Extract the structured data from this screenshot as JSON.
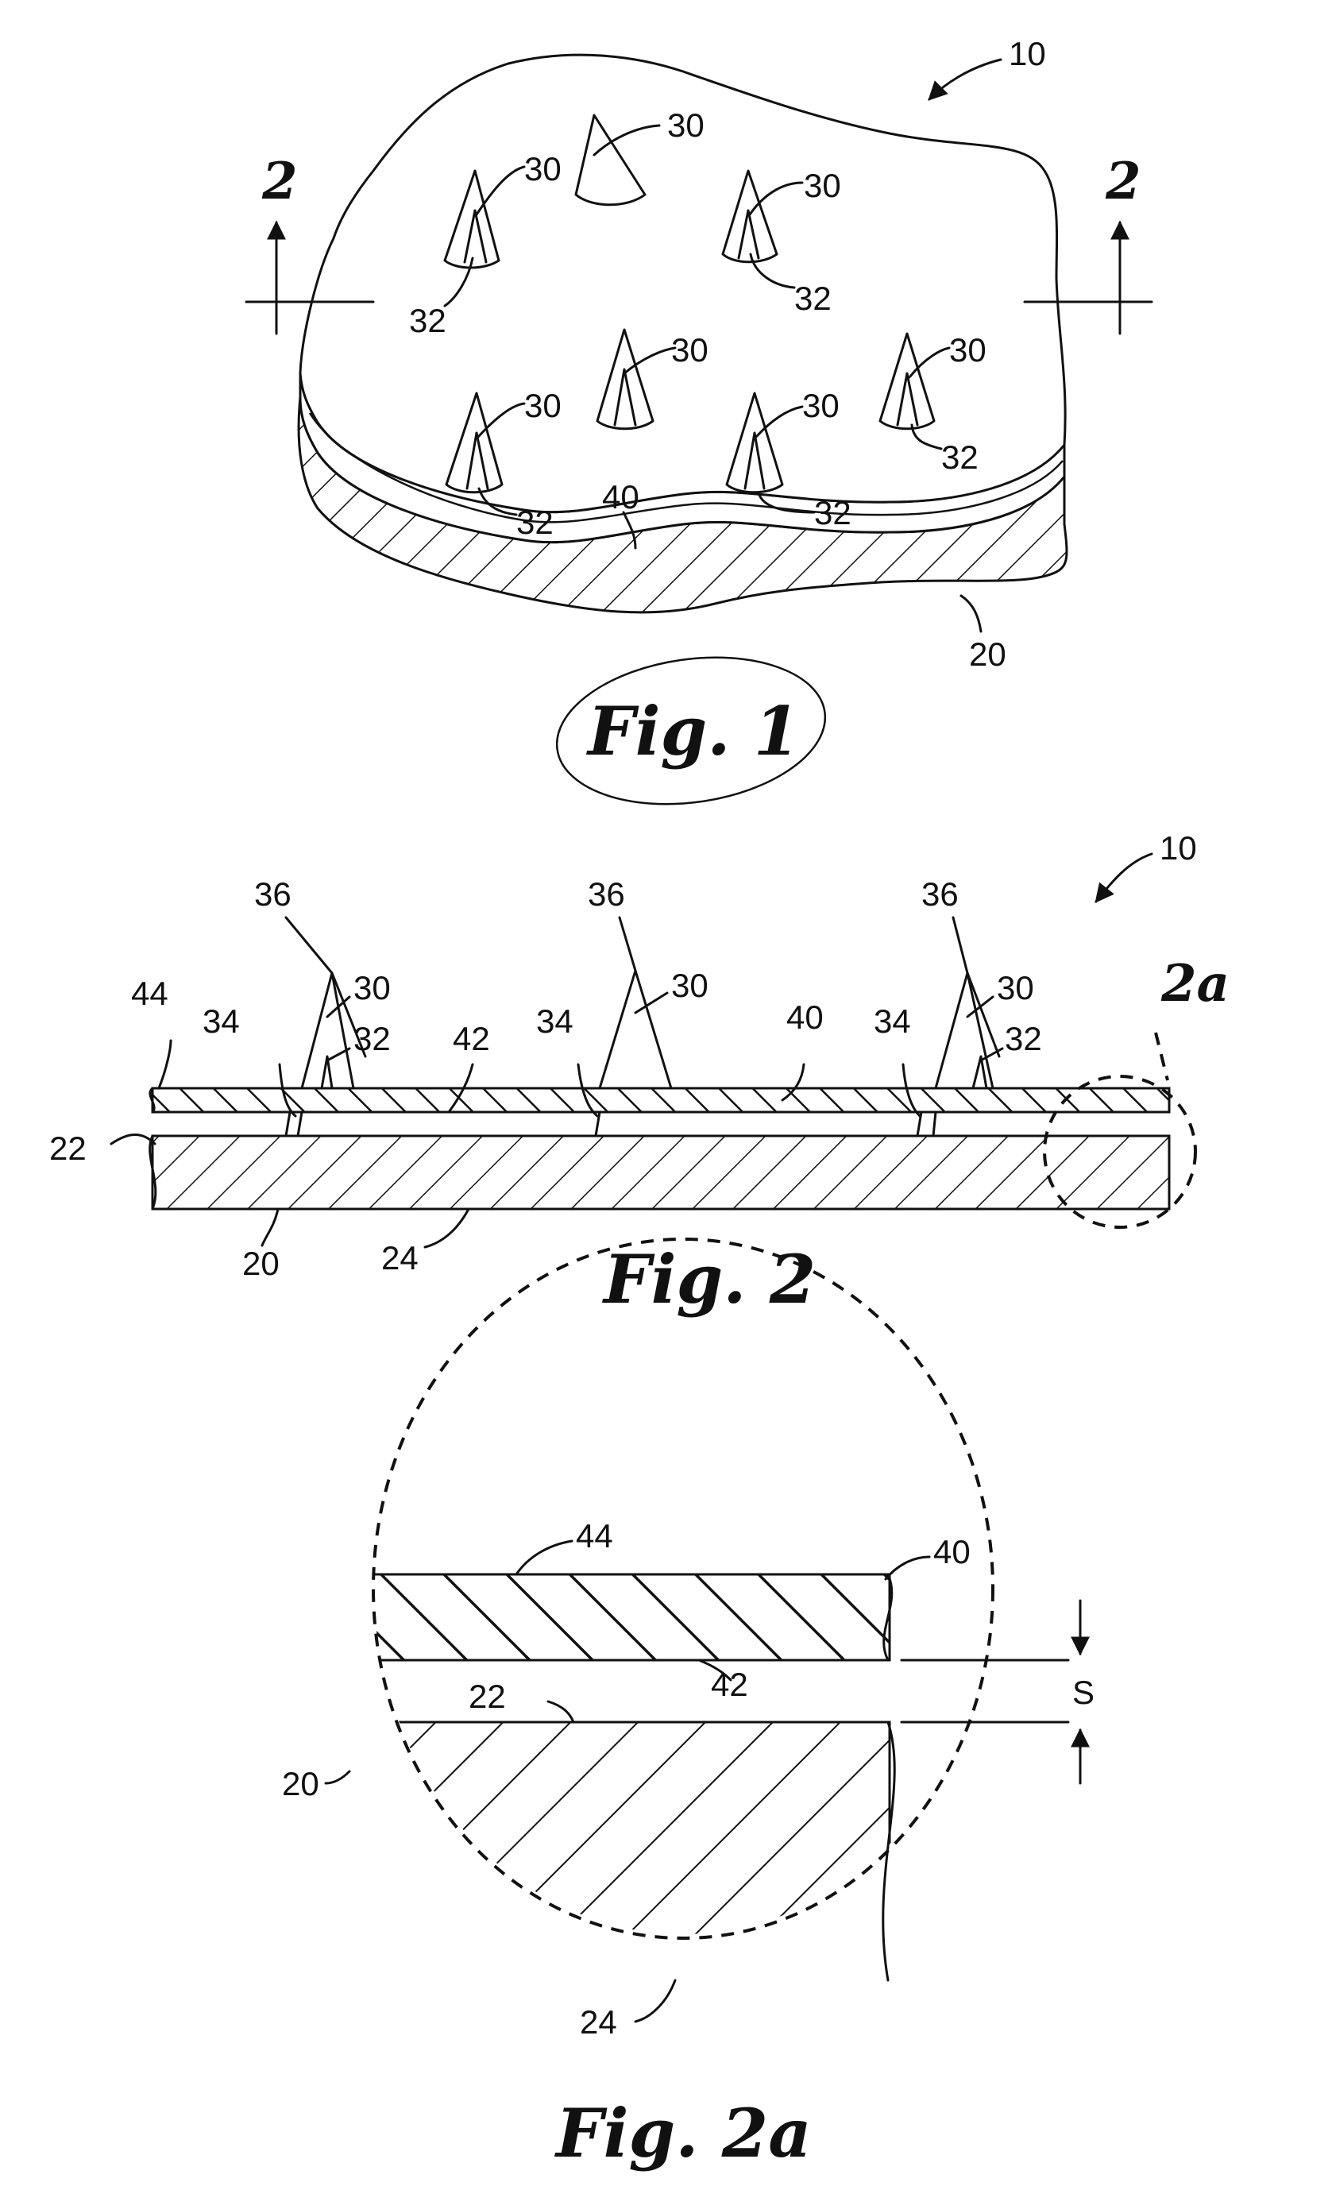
{
  "figure_1": {
    "caption": "Fig. 1",
    "section_marks": [
      "2",
      "2"
    ],
    "ref_10": "10",
    "ref_20": "20",
    "ref_40": "40",
    "ref_30": "30",
    "ref_32": "32"
  },
  "figure_2": {
    "caption": "Fig. 2",
    "detail_mark": "2a",
    "ref_10": "10",
    "ref_36": "36",
    "ref_30": "30",
    "ref_32": "32",
    "ref_34": "34",
    "ref_44": "44",
    "ref_42": "42",
    "ref_40": "40",
    "ref_22": "22",
    "ref_20": "20",
    "ref_24": "24"
  },
  "figure_2a": {
    "caption": "Fig. 2a",
    "ref_44": "44",
    "ref_40": "40",
    "ref_42": "42",
    "ref_22": "22",
    "ref_20": "20",
    "ref_24": "24",
    "spacing_label": "S"
  }
}
